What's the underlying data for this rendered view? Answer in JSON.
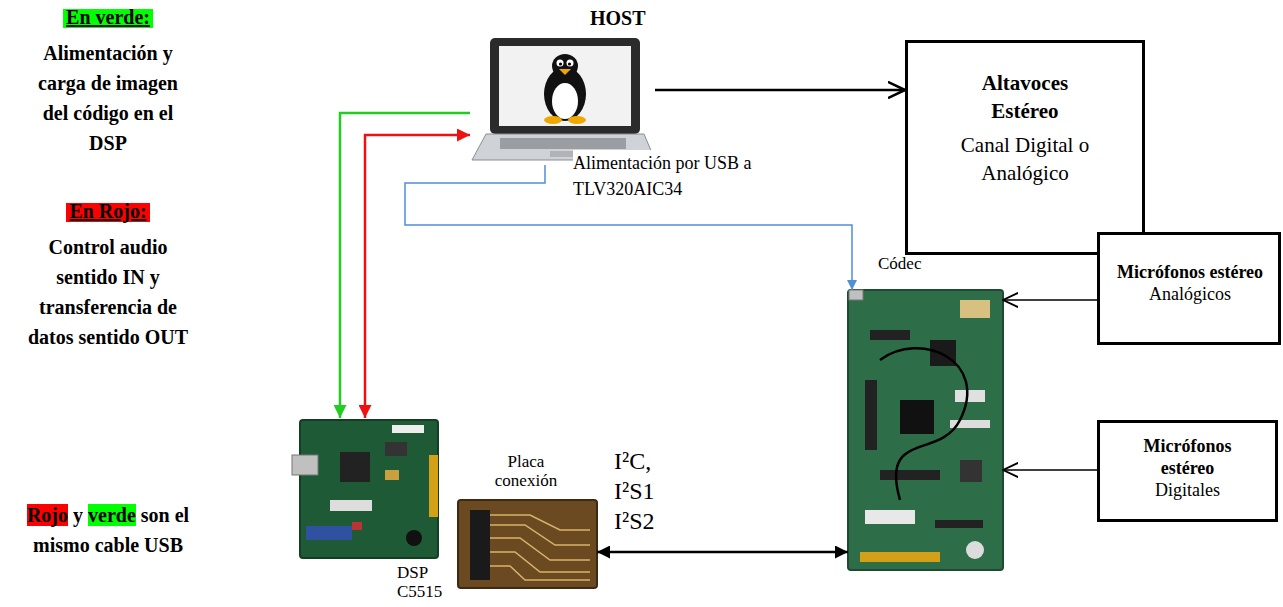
{
  "diagram": {
    "nodes": [
      {
        "text": [
          "HOST"
        ]
      },
      {
        "text": [
          "Altavoces Estéreo",
          "Canal Digital o Analógico"
        ]
      },
      {
        "text": [
          "DSP C5515"
        ]
      },
      {
        "text": [
          "Placa conexión"
        ]
      },
      {
        "text": [
          "Códec"
        ]
      },
      {
        "text": [
          "Micrófonos estéreo",
          "Analógicos"
        ]
      },
      {
        "text": [
          "Micrófonos estéreo",
          "Digitales"
        ]
      }
    ],
    "edges": [
      {
        "from": 0,
        "to": 1,
        "arrow": "to"
      },
      {
        "from": 0,
        "to": 2,
        "arrow": "to"
      },
      {
        "from": 2,
        "to": 0,
        "arrow": "both"
      },
      {
        "from": 0,
        "to": 4,
        "arrow": "to",
        "label": "Alimentación por USB a TLV320AIC34"
      },
      {
        "from": 3,
        "to": 4,
        "arrow": "both",
        "label": "I²C, I²S1 I²S2"
      },
      {
        "from": 5,
        "to": 4,
        "arrow": "to"
      },
      {
        "from": 6,
        "to": 4,
        "arrow": "to"
      }
    ],
    "labels": [
      "Alimentación y carga de imagen del código en el DSP",
      "Control audio sentido IN y transferencia de datos sentido OUT",
      "Rojo",
      "y",
      "verde",
      "son el mismo cable USB"
    ],
    "legend": [
      {
        "text": "En verde:",
        "color": "#00ff00"
      },
      {
        "text": "En Rojo:",
        "color": "#ff0000"
      }
    ]
  }
}
